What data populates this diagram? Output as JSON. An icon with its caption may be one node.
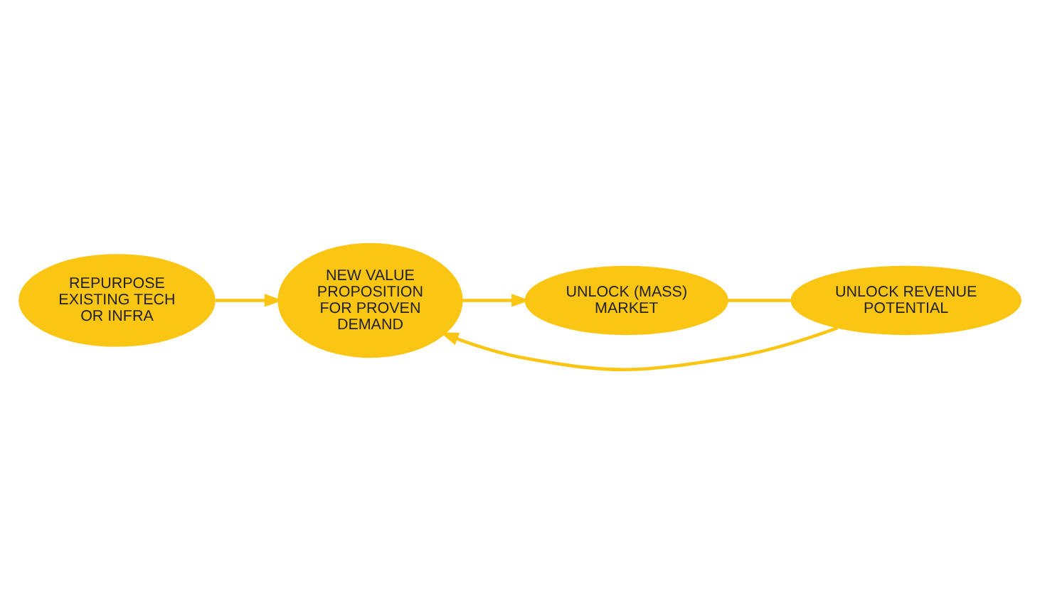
{
  "diagram": {
    "nodes": [
      {
        "text": [
          "REPURPOSE EXISTING TECH OR INFRA"
        ]
      },
      {
        "text": [
          "NEW VALUE PROPOSITION FOR PROVEN DEMAND"
        ]
      },
      {
        "text": [
          "UNLOCK (MASS) MARKET"
        ]
      },
      {
        "text": [
          "UNLOCK REVENUE POTENTIAL"
        ]
      }
    ],
    "edges": [
      {
        "from": 0,
        "to": 1,
        "arrow": "to"
      },
      {
        "from": 1,
        "to": 2,
        "arrow": "to"
      },
      {
        "from": 2,
        "to": 3,
        "arrow": "none"
      },
      {
        "from": 3,
        "to": 1,
        "arrow": "to"
      }
    ]
  }
}
